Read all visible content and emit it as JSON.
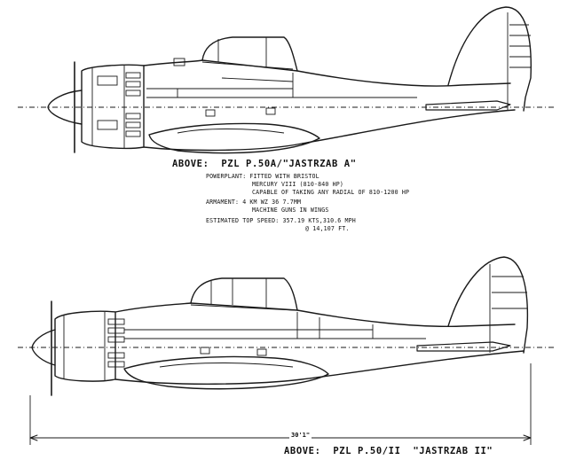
{
  "diagram_a": {
    "caption": "ABOVE:  PZL P.50A/\"JASTRZAB A\"",
    "specs": [
      "POWERPLANT: FITTED WITH BRISTOL",
      "MERCURY VIII (810-840 HP)",
      "CAPABLE OF TAKING ANY RADIAL OF 810-1200 HP",
      "ARMAMENT: 4 KM WZ 36 7.7MM",
      "MACHINE GUNS IN WINGS",
      "ESTIMATED TOP SPEED: 357.19 KTS,310.6 MPH",
      "@ 14,107 FT."
    ]
  },
  "diagram_b": {
    "dimension_label": "30'1\"",
    "caption": "ABOVE:  PZL P.50/II  \"JASTRZAB II\""
  },
  "colors": {
    "ink": "#1a1a1a",
    "paper": "#ffffff"
  }
}
